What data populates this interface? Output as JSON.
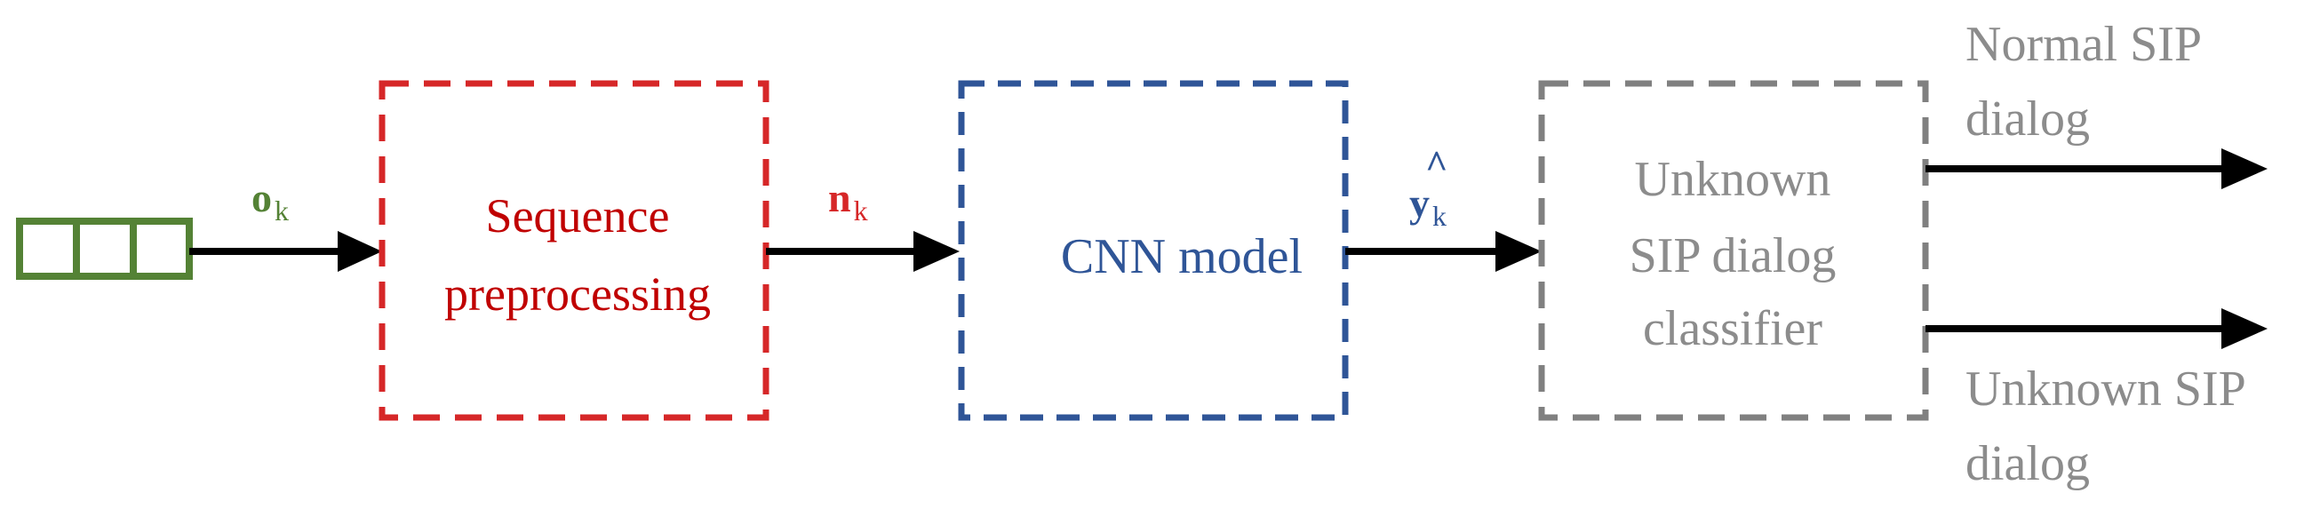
{
  "colors": {
    "input": "#548235",
    "preprocess": "#D62728",
    "preprocess_text": "#C00000",
    "cnn": "#2F5597",
    "classifier": "#808080",
    "arrow": "#000000"
  },
  "input": {
    "symbol": "o",
    "subscript": "k",
    "cells": 3
  },
  "preprocess": {
    "line1": "Sequence",
    "line2": "preprocessing",
    "out_symbol": "n",
    "out_subscript": "k"
  },
  "cnn": {
    "label": "CNN model",
    "out_hat": "^",
    "out_symbol": "y",
    "out_subscript": "k"
  },
  "classifier": {
    "line1": "Unknown",
    "line2": "SIP dialog",
    "line3": "classifier"
  },
  "outputs": {
    "normal_line1": "Normal SIP",
    "normal_line2": "dialog",
    "unknown_line1": "Unknown SIP",
    "unknown_line2": "dialog"
  }
}
